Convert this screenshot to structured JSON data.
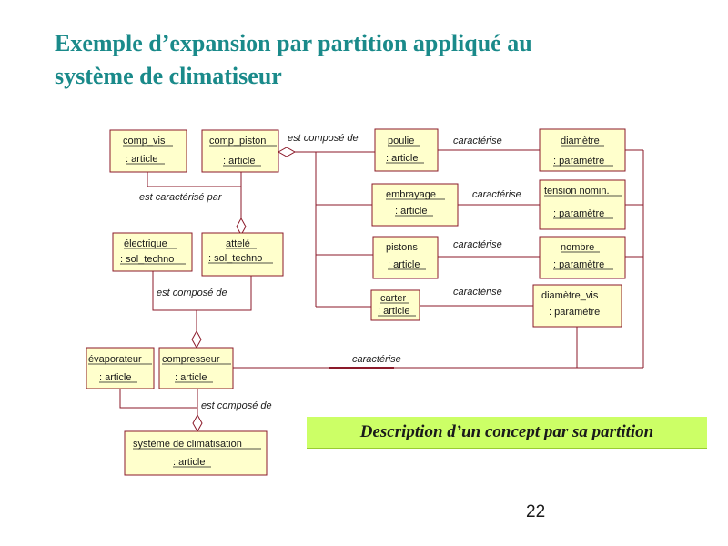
{
  "title": {
    "line1": "Exemple d’expansion par partition appliqué au",
    "line2": "système de climatiseur"
  },
  "boxes": {
    "comp_vis": {
      "name": "comp_vis",
      "type": ": article"
    },
    "comp_piston": {
      "name": "comp_piston",
      "type": ": article"
    },
    "poulie": {
      "name": "poulie",
      "type": ": article"
    },
    "diametre": {
      "name": "diamètre",
      "type": ": paramètre"
    },
    "embrayage": {
      "name": "embrayage",
      "type": ": article"
    },
    "tension": {
      "name": "tension nomin.",
      "type": ": paramètre"
    },
    "electrique": {
      "name": "électrique",
      "type": ": sol_techno"
    },
    "attele": {
      "name": "attelé",
      "type": ": sol_techno"
    },
    "pistons": {
      "name": "pistons",
      "type": ": article"
    },
    "nombre": {
      "name": "nombre",
      "type": ": paramètre"
    },
    "carter": {
      "name": "carter",
      "type": ": article"
    },
    "diametre_vis": {
      "name": "diamètre_vis",
      "type": ": paramètre"
    },
    "evaporateur": {
      "name": "évaporateur",
      "type": ": article"
    },
    "compresseur": {
      "name": "compresseur",
      "type": ": article"
    },
    "systeme": {
      "name": "système de climatisation",
      "type": ": article"
    }
  },
  "links": {
    "compose_top": "est composé de",
    "caracterise_par": "est caractérisé par",
    "caracterise_poulie": "caractérise",
    "caracterise_embrayage": "caractérise",
    "caracterise_pistons": "caractérise",
    "caracterise_carter": "caractérise",
    "compose_mid": "est composé de",
    "caracterise_bottom": "caractérise",
    "compose_bottom": "est composé de"
  },
  "caption": "Description d’un concept par sa partition",
  "page_number": "22"
}
